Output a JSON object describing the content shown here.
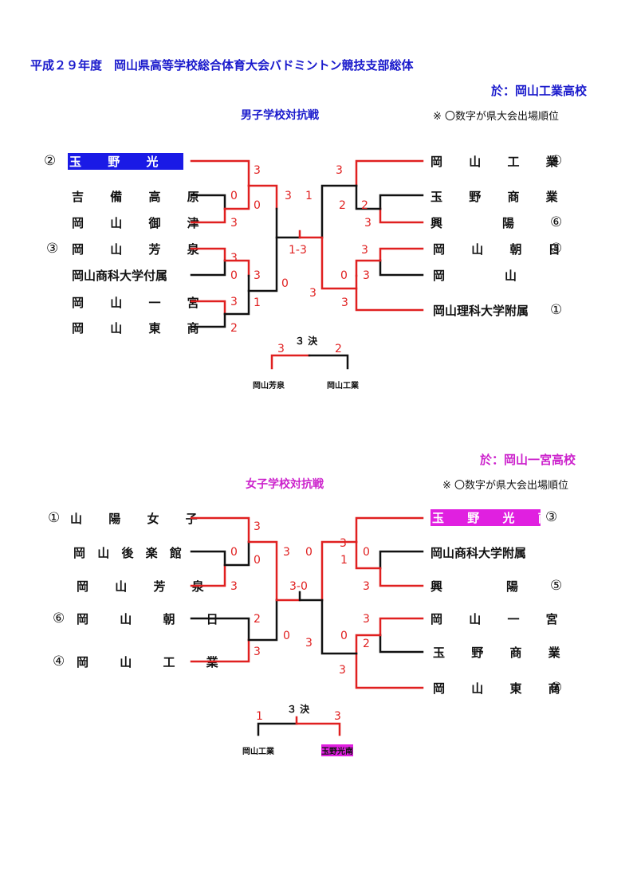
{
  "title": "平成２９年度　岡山県高等学校総合体育大会バドミントン競技支部総体",
  "boys": {
    "venue": "於：岡山工業高校",
    "heading": "男子学校対抗戦",
    "note": "※ 〇数字が県大会出場順位",
    "left": [
      {
        "mark": "②",
        "name": "玉 野 光 南"
      },
      {
        "mark": "",
        "name": "吉 備 高 原"
      },
      {
        "mark": "",
        "name": "岡 山 御 津"
      },
      {
        "mark": "③",
        "name": "岡 山 芳 泉"
      },
      {
        "mark": "",
        "name": "岡山商科大学付属"
      },
      {
        "mark": "",
        "name": "岡 山 一 宮"
      },
      {
        "mark": "",
        "name": "岡 山 東 商"
      }
    ],
    "right": [
      {
        "mark": "④",
        "name": "岡 山 工 業"
      },
      {
        "mark": "",
        "name": "玉 野 商 業"
      },
      {
        "mark": "⑥",
        "name": "興　　　　陽"
      },
      {
        "mark": "⑤",
        "name": "岡 山 朝 日"
      },
      {
        "mark": "",
        "name": "岡　　　　山"
      },
      {
        "mark": "①",
        "name": "岡山理科大学附属"
      }
    ],
    "scores": [
      "3",
      "0",
      "0",
      "3",
      "3",
      "0",
      "3",
      "3",
      "1",
      "2",
      "3",
      "1",
      "0",
      "3",
      "1-3",
      "3",
      "2",
      "2",
      "3",
      "3",
      "0",
      "3",
      "3"
    ],
    "third_label": "３ 決",
    "third_scores": [
      "3",
      "2"
    ],
    "third_teams": [
      "岡山芳泉",
      "岡山工業"
    ]
  },
  "girls": {
    "venue": "於：岡山一宮高校",
    "heading": "女子学校対抗戦",
    "note": "※ 〇数字が県大会出場順位",
    "left": [
      {
        "mark": "①",
        "name": "山 陽 女 子"
      },
      {
        "mark": "",
        "name": "岡 山 後 楽 館"
      },
      {
        "mark": "",
        "name": "岡 山 芳 泉"
      },
      {
        "mark": "⑥",
        "name": "岡 山 朝 日"
      },
      {
        "mark": "④",
        "name": "岡 山 工 業"
      }
    ],
    "right": [
      {
        "mark": "③",
        "name": "玉 野 光 南"
      },
      {
        "mark": "",
        "name": "岡山商科大学附属"
      },
      {
        "mark": "⑤",
        "name": "興　　　　陽"
      },
      {
        "mark": "",
        "name": "岡 山 一 宮"
      },
      {
        "mark": "",
        "name": "玉 野 商 業"
      },
      {
        "mark": "②",
        "name": "岡 山 東 商"
      }
    ],
    "scores": [
      "3",
      "0",
      "0",
      "3",
      "3",
      "0",
      "2",
      "3",
      "0",
      "3",
      "3-0",
      "3",
      "1",
      "0",
      "3",
      "3",
      "0",
      "2",
      "3"
    ],
    "third_label": "３ 決",
    "third_scores": [
      "1",
      "3"
    ],
    "third_teams": [
      "岡山工業",
      "玉野光南"
    ]
  }
}
